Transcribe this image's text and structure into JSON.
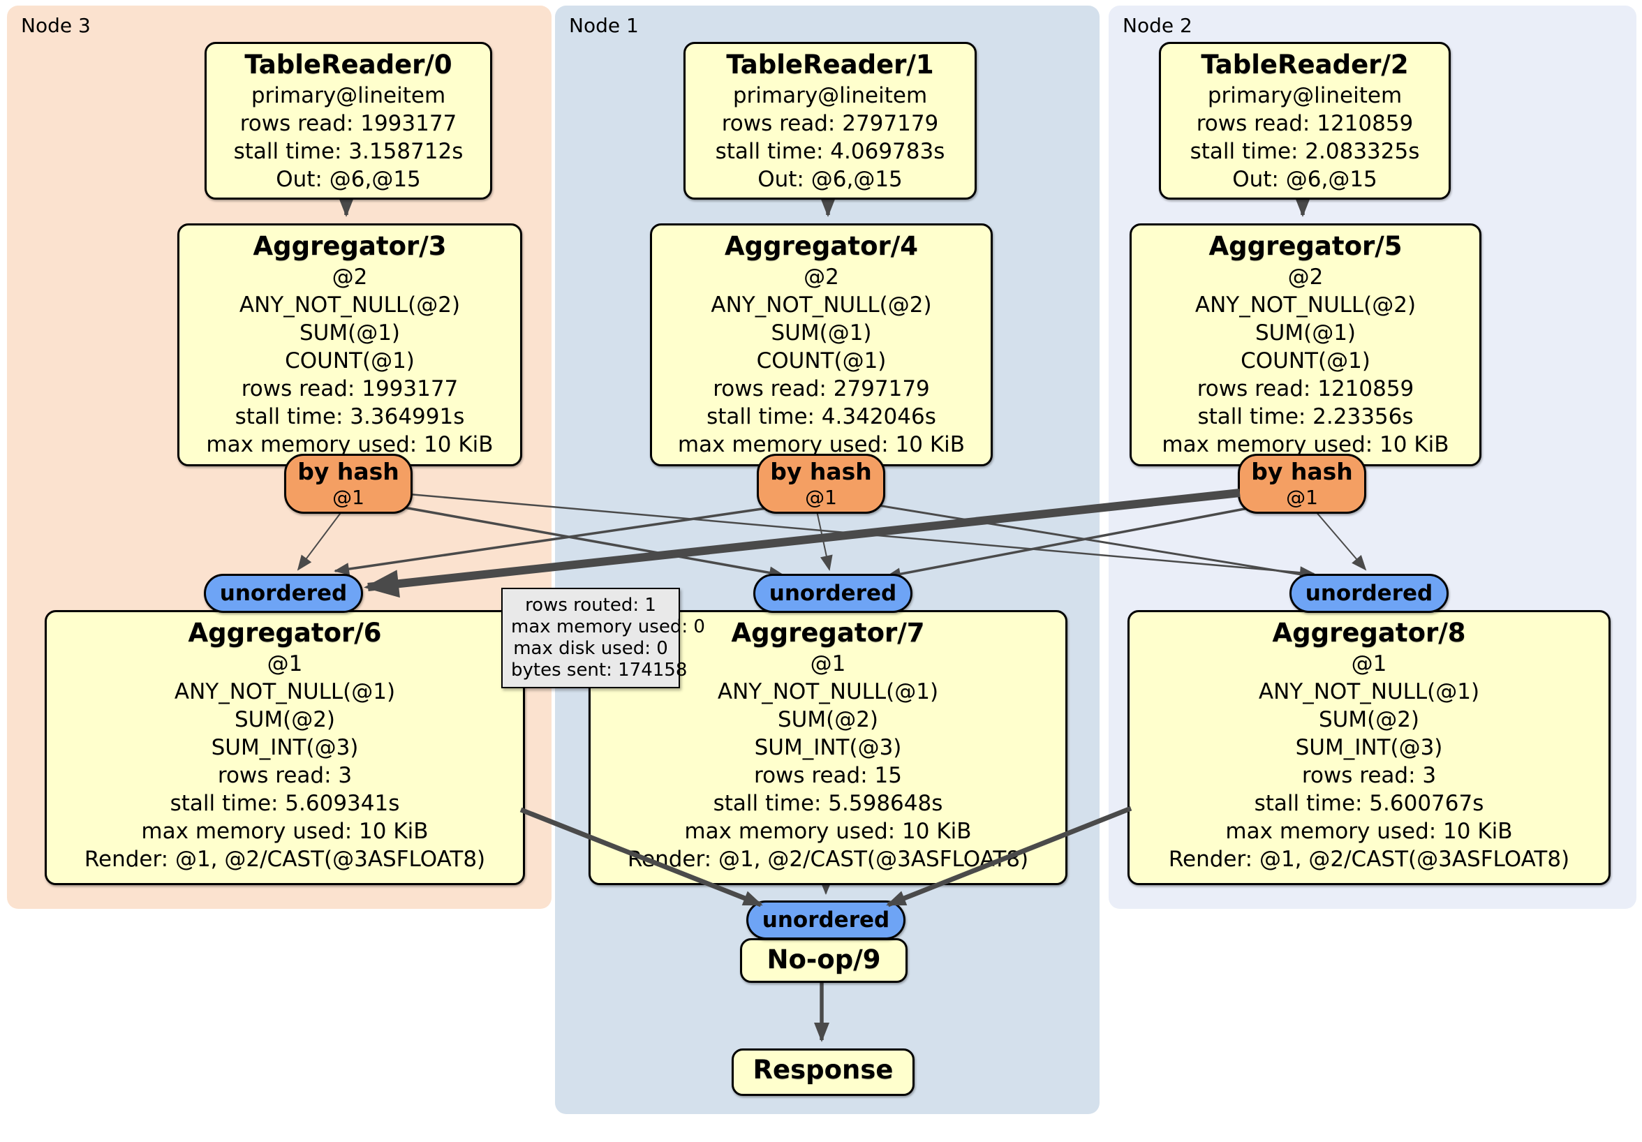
{
  "panels": {
    "node3": {
      "label": "Node 3"
    },
    "node1": {
      "label": "Node 1"
    },
    "node2": {
      "label": "Node 2"
    }
  },
  "procs": {
    "tr0": {
      "title": "TableReader/0",
      "lines": [
        "primary@lineitem",
        "rows read: 1993177",
        "stall time: 3.158712s",
        "Out: @6,@15"
      ]
    },
    "tr1": {
      "title": "TableReader/1",
      "lines": [
        "primary@lineitem",
        "rows read: 2797179",
        "stall time: 4.069783s",
        "Out: @6,@15"
      ]
    },
    "tr2": {
      "title": "TableReader/2",
      "lines": [
        "primary@lineitem",
        "rows read: 1210859",
        "stall time: 2.083325s",
        "Out: @6,@15"
      ]
    },
    "agg3": {
      "title": "Aggregator/3",
      "lines": [
        "@2",
        "ANY_NOT_NULL(@2)",
        "SUM(@1)",
        "COUNT(@1)",
        "rows read: 1993177",
        "stall time: 3.364991s",
        "max memory used: 10 KiB"
      ]
    },
    "agg4": {
      "title": "Aggregator/4",
      "lines": [
        "@2",
        "ANY_NOT_NULL(@2)",
        "SUM(@1)",
        "COUNT(@1)",
        "rows read: 2797179",
        "stall time: 4.342046s",
        "max memory used: 10 KiB"
      ]
    },
    "agg5": {
      "title": "Aggregator/5",
      "lines": [
        "@2",
        "ANY_NOT_NULL(@2)",
        "SUM(@1)",
        "COUNT(@1)",
        "rows read: 1210859",
        "stall time: 2.23356s",
        "max memory used: 10 KiB"
      ]
    },
    "agg6": {
      "title": "Aggregator/6",
      "lines": [
        "@1",
        "ANY_NOT_NULL(@1)",
        "SUM(@2)",
        "SUM_INT(@3)",
        "rows read: 3",
        "stall time: 5.609341s",
        "max memory used: 10 KiB",
        "Render: @1, @2/CAST(@3ASFLOAT8)"
      ]
    },
    "agg7": {
      "title": "Aggregator/7",
      "lines": [
        "@1",
        "ANY_NOT_NULL(@1)",
        "SUM(@2)",
        "SUM_INT(@3)",
        "rows read: 15",
        "stall time: 5.598648s",
        "max memory used: 10 KiB",
        "Render: @1, @2/CAST(@3ASFLOAT8)"
      ]
    },
    "agg8": {
      "title": "Aggregator/8",
      "lines": [
        "@1",
        "ANY_NOT_NULL(@1)",
        "SUM(@2)",
        "SUM_INT(@3)",
        "rows read: 3",
        "stall time: 5.600767s",
        "max memory used: 10 KiB",
        "Render: @1, @2/CAST(@3ASFLOAT8)"
      ]
    },
    "noop": {
      "title": "No-op/9"
    },
    "resp": {
      "title": "Response"
    }
  },
  "router": {
    "label": "by hash",
    "detail": "@1"
  },
  "sync": {
    "label": "unordered"
  },
  "tooltip": {
    "lines": [
      "rows routed: 1",
      "max memory used: 0",
      "max disk used: 0",
      "bytes sent: 174158"
    ]
  },
  "colors": {
    "node3_bg": "#fbe2cf",
    "node1_bg": "#d4e0ec",
    "node2_bg": "#eaeef8",
    "box_bg": "#ffffcd",
    "router_bg": "#f49f63",
    "sync_bg": "#6ea4f5",
    "tooltip_bg": "#e9e9e9",
    "edge": "#4a4a4a"
  }
}
